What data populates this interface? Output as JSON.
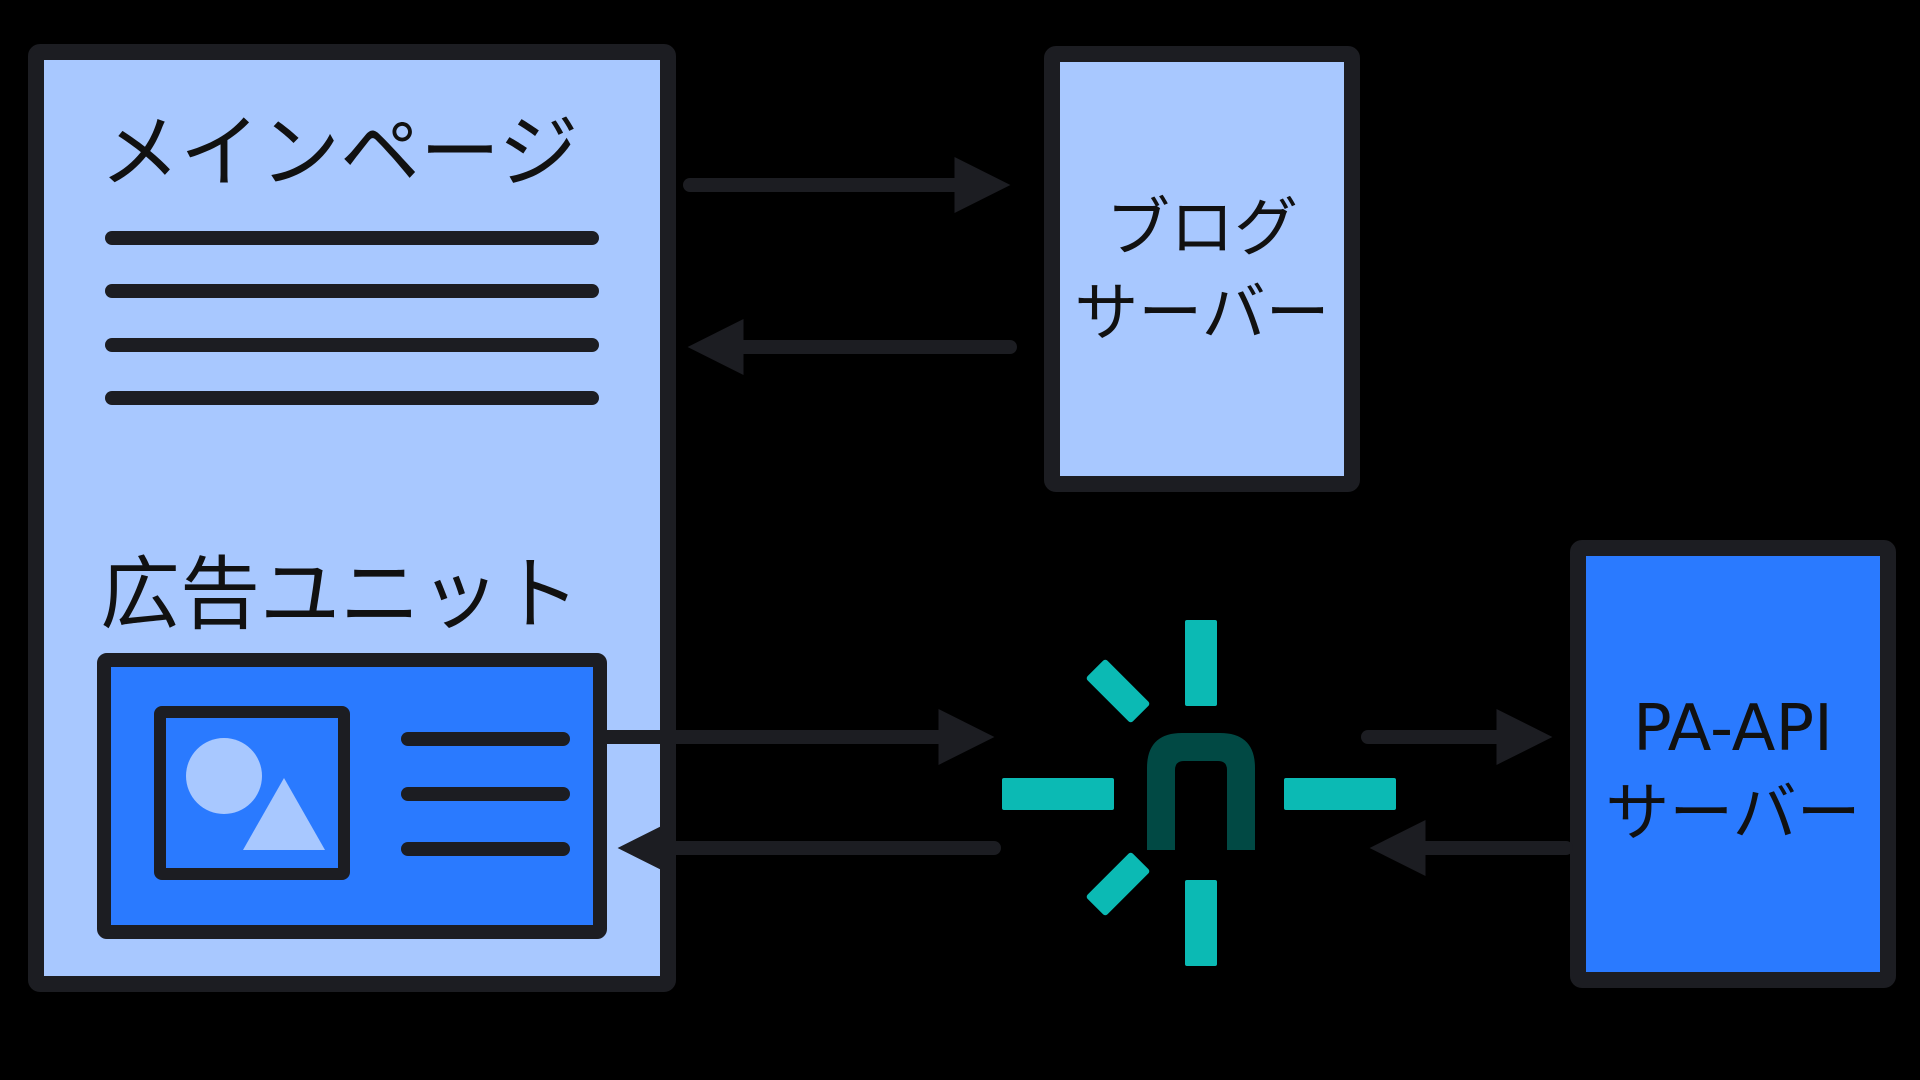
{
  "diagram": {
    "main_page": {
      "title": "メインページ",
      "color": "#A8C8FF"
    },
    "ad_unit": {
      "title": "広告ユニット",
      "color": "#2A7AFF",
      "image_color": "#A8C8FF"
    },
    "blog_server": {
      "line1": "ブログ",
      "line2": "サーバー",
      "color": "#A8C8FF"
    },
    "pa_api_server": {
      "line1": "PA-API",
      "line2": "サーバー",
      "color": "#2A7AFF"
    },
    "hub": {
      "letter": "n",
      "ray_color": "#0BBAB4",
      "letter_color": "#014944",
      "icon": "burst-logo-icon"
    },
    "outline_color": "#1C1D22"
  }
}
